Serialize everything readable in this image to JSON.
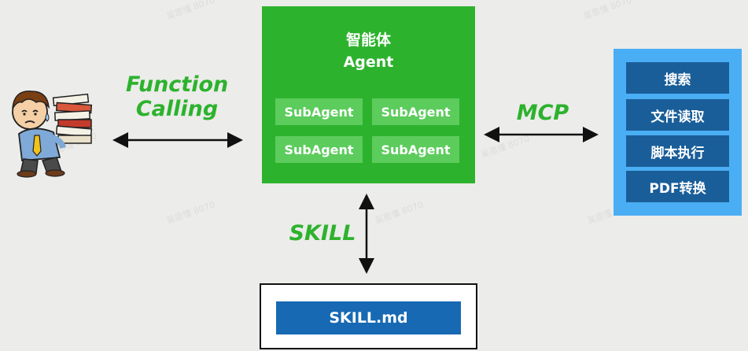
{
  "agent": {
    "title_cn": "智能体",
    "title_en": "Agent",
    "subagents": [
      "SubAgent",
      "SubAgent",
      "SubAgent",
      "SubAgent"
    ]
  },
  "labels": {
    "function_calling": [
      "Function",
      "Calling"
    ],
    "mcp": "MCP",
    "skill": "SKILL"
  },
  "tools": [
    "搜索",
    "文件读取",
    "脚本执行",
    "PDF转换"
  ],
  "skill_file": "SKILL.md",
  "colors": {
    "agent_green": "#2db22d",
    "subagent_green": "#5ccc5c",
    "tools_panel_blue": "#4aaef4",
    "tool_item_blue": "#1a5e99",
    "skill_file_blue": "#1769b3",
    "label_green": "#2db22d",
    "background": "#ececea"
  },
  "icons": {
    "user_figure": "stressed-office-worker-carrying-papers"
  },
  "watermark": "吴恩懂 8070"
}
